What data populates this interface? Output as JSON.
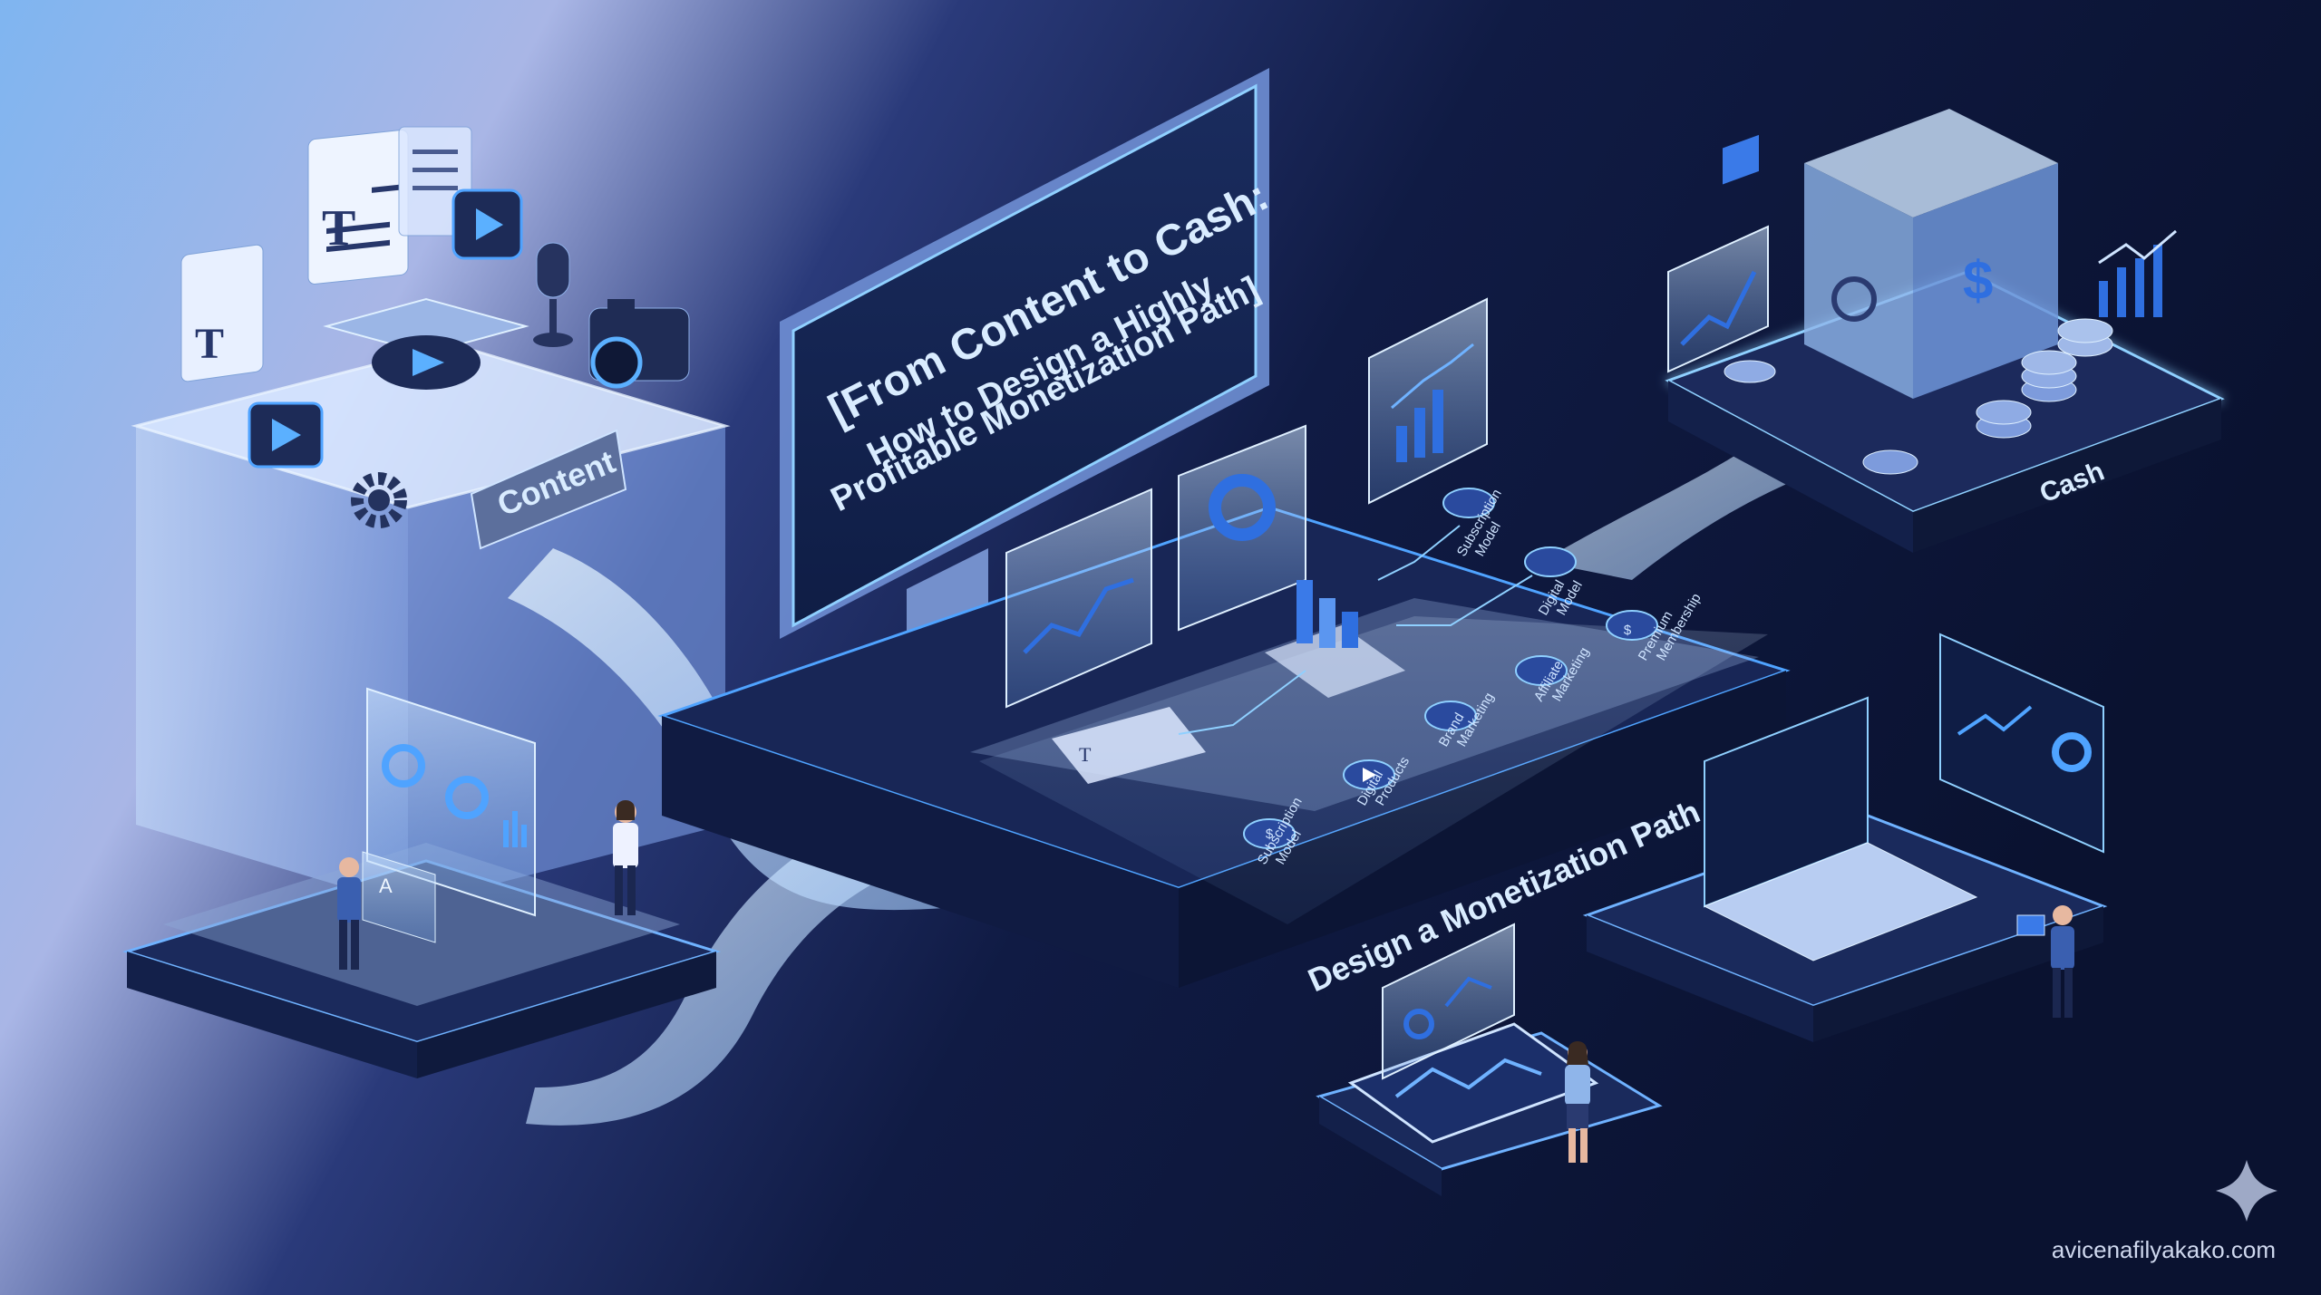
{
  "title": {
    "line1": "[From Content to Cash:",
    "line2": "How to Design a Highly",
    "line3": "Profitable Monetization Path]"
  },
  "labels": {
    "content": "Content",
    "cash": "Cash",
    "path": "Design a Monetization Path"
  },
  "flow_nodes": [
    {
      "line1": "Subscription",
      "line2": "Model"
    },
    {
      "line1": "Digital",
      "line2": "Products"
    },
    {
      "line1": "Brand",
      "line2": "Marketing"
    },
    {
      "line1": "Affiliate",
      "line2": "Marketing"
    },
    {
      "line1": "Premium",
      "line2": "Membership"
    },
    {
      "line1": "Subscription",
      "line2": "Model"
    },
    {
      "line1": "Digital",
      "line2": "Model"
    }
  ],
  "watermark": "avicenafilyakako.com",
  "colors": {
    "accent": "#4fa3ff",
    "glow": "#8fd0ff",
    "bg_dark": "#0b1433",
    "bg_light": "#8fb8ee"
  },
  "icons": [
    "document-icon",
    "play-icon",
    "microphone-icon",
    "camera-icon",
    "gear-icon",
    "dollar-icon",
    "chart-icon",
    "laptop-icon",
    "tablet-icon",
    "safe-icon",
    "sparkle-icon"
  ]
}
